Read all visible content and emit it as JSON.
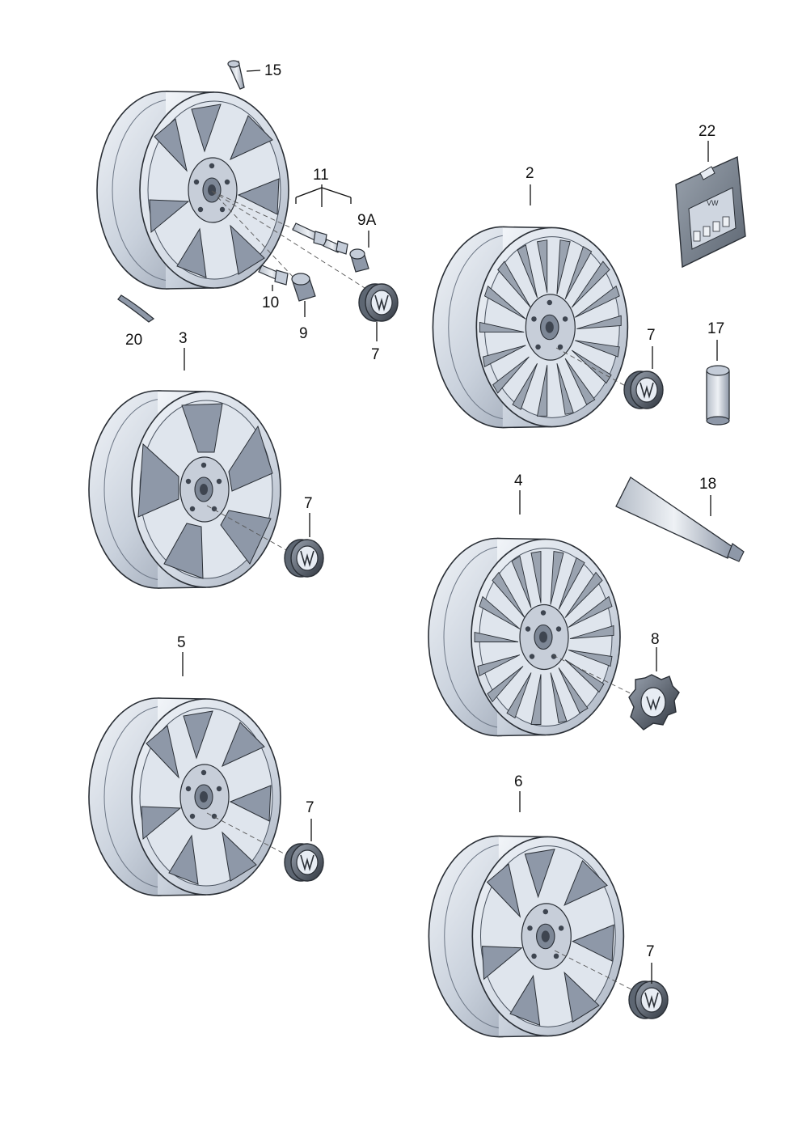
{
  "colors": {
    "wheel_light": "#e7ecf3",
    "wheel_mid": "#c4ccd8",
    "wheel_dark": "#8e98a8",
    "cap_dark": "#3e4550",
    "ink": "#2a2f36"
  },
  "callouts": {
    "p2": "2",
    "p3": "3",
    "p4": "4",
    "p5": "5",
    "p6": "6",
    "p7a": "7",
    "p7b": "7",
    "p7c": "7",
    "p7d": "7",
    "p7e": "7",
    "p8": "8",
    "p9": "9",
    "p9a": "9A",
    "p10": "10",
    "p11": "11",
    "p15": "15",
    "p17": "17",
    "p18": "18",
    "p20": "20",
    "p22": "22"
  },
  "package_brand": "VW"
}
